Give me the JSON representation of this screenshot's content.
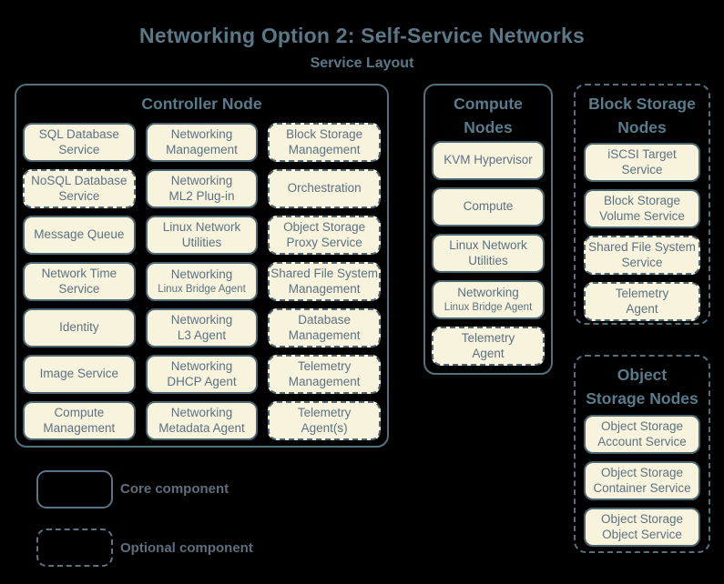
{
  "title": "Networking Option 2: Self-Service Networks",
  "subtitle": "Service Layout",
  "colors": {
    "background": "#000000",
    "component_fill": "#f8f3dc",
    "component_border": "#4c6672",
    "component_text": "#5c7282",
    "node_border": "#53707e",
    "heading_text": "#587c8c",
    "title_text": "#5a7888"
  },
  "legend": {
    "core": {
      "label": "Core component",
      "style": "solid"
    },
    "optional": {
      "label": "Optional component",
      "style": "dashed"
    }
  },
  "nodes": {
    "controller": {
      "title": "Controller Node",
      "title_display": "Controller Node",
      "optional": false,
      "services": [
        {
          "label": "SQL Database Service",
          "lines": [
            "SQL Database",
            "Service"
          ],
          "optional": false
        },
        {
          "label": "Networking Management",
          "lines": [
            "Networking",
            "Management"
          ],
          "optional": false
        },
        {
          "label": "Block Storage Management",
          "lines": [
            "Block Storage",
            "Management"
          ],
          "optional": true
        },
        {
          "label": "NoSQL Database Service",
          "lines": [
            "NoSQL Database",
            "Service"
          ],
          "optional": true
        },
        {
          "label": "Networking ML2 Plug-in",
          "lines": [
            "Networking",
            "ML2 Plug-in"
          ],
          "optional": false
        },
        {
          "label": "Orchestration",
          "lines": [
            "Orchestration"
          ],
          "optional": true
        },
        {
          "label": "Message Queue",
          "lines": [
            "Message Queue"
          ],
          "optional": false
        },
        {
          "label": "Linux Network Utilities",
          "lines": [
            "Linux Network",
            "Utilities"
          ],
          "optional": false
        },
        {
          "label": "Object Storage Proxy Service",
          "lines": [
            "Object Storage",
            "Proxy Service"
          ],
          "optional": true
        },
        {
          "label": "Network Time Service",
          "lines": [
            "Network Time",
            "Service"
          ],
          "optional": false
        },
        {
          "label": "Networking Linux Bridge Agent",
          "lines": [
            "Networking"
          ],
          "small_lines": [
            "Linux Bridge Agent"
          ],
          "optional": false
        },
        {
          "label": "Shared File System Management",
          "lines": [
            "Shared File System",
            "Management"
          ],
          "optional": true
        },
        {
          "label": "Identity",
          "lines": [
            "Identity"
          ],
          "optional": false
        },
        {
          "label": "Networking L3 Agent",
          "lines": [
            "Networking",
            "L3 Agent"
          ],
          "optional": false
        },
        {
          "label": "Database Management",
          "lines": [
            "Database",
            "Management"
          ],
          "optional": true
        },
        {
          "label": "Image Service",
          "lines": [
            "Image Service"
          ],
          "optional": false
        },
        {
          "label": "Networking DHCP Agent",
          "lines": [
            "Networking",
            "DHCP Agent"
          ],
          "optional": false
        },
        {
          "label": "Telemetry Management",
          "lines": [
            "Telemetry",
            "Management"
          ],
          "optional": true
        },
        {
          "label": "Compute Management",
          "lines": [
            "Compute",
            "Management"
          ],
          "optional": false
        },
        {
          "label": "Networking Metadata Agent",
          "lines": [
            "Networking",
            "Metadata Agent"
          ],
          "optional": false
        },
        {
          "label": "Telemetry Agent(s)",
          "lines": [
            "Telemetry",
            "Agent(s)"
          ],
          "optional": true
        }
      ]
    },
    "compute": {
      "title": "Compute Nodes",
      "title_display": "Compute\nNodes",
      "optional": false,
      "services": [
        {
          "label": "KVM Hypervisor",
          "lines": [
            "KVM Hypervisor"
          ],
          "optional": false
        },
        {
          "label": "Compute",
          "lines": [
            "Compute"
          ],
          "optional": false
        },
        {
          "label": "Linux Network Utilities",
          "lines": [
            "Linux Network",
            "Utilities"
          ],
          "optional": false
        },
        {
          "label": "Networking Linux Bridge Agent",
          "lines": [
            "Networking"
          ],
          "small_lines": [
            "Linux Bridge Agent"
          ],
          "optional": false
        },
        {
          "label": "Telemetry Agent",
          "lines": [
            "Telemetry",
            "Agent"
          ],
          "optional": true
        }
      ]
    },
    "block_storage": {
      "title": "Block Storage Nodes",
      "title_display": "Block Storage\nNodes",
      "optional": true,
      "services": [
        {
          "label": "iSCSI Target Service",
          "lines": [
            "iSCSI Target",
            "Service"
          ],
          "optional": false
        },
        {
          "label": "Block Storage Volume Service",
          "lines": [
            "Block Storage",
            "Volume Service"
          ],
          "optional": false
        },
        {
          "label": "Shared File System Service",
          "lines": [
            "Shared File System",
            "Service"
          ],
          "optional": true
        },
        {
          "label": "Telemetry Agent",
          "lines": [
            "Telemetry",
            "Agent"
          ],
          "optional": true
        }
      ]
    },
    "object_storage": {
      "title": "Object Storage Nodes",
      "title_display": "Object\nStorage Nodes",
      "optional": true,
      "services": [
        {
          "label": "Object Storage Account Service",
          "lines": [
            "Object Storage",
            "Account Service"
          ],
          "optional": false
        },
        {
          "label": "Object Storage Container Service",
          "lines": [
            "Object Storage",
            "Container Service"
          ],
          "optional": false
        },
        {
          "label": "Object Storage Object Service",
          "lines": [
            "Object Storage",
            "Object Service"
          ],
          "optional": false
        }
      ]
    }
  }
}
